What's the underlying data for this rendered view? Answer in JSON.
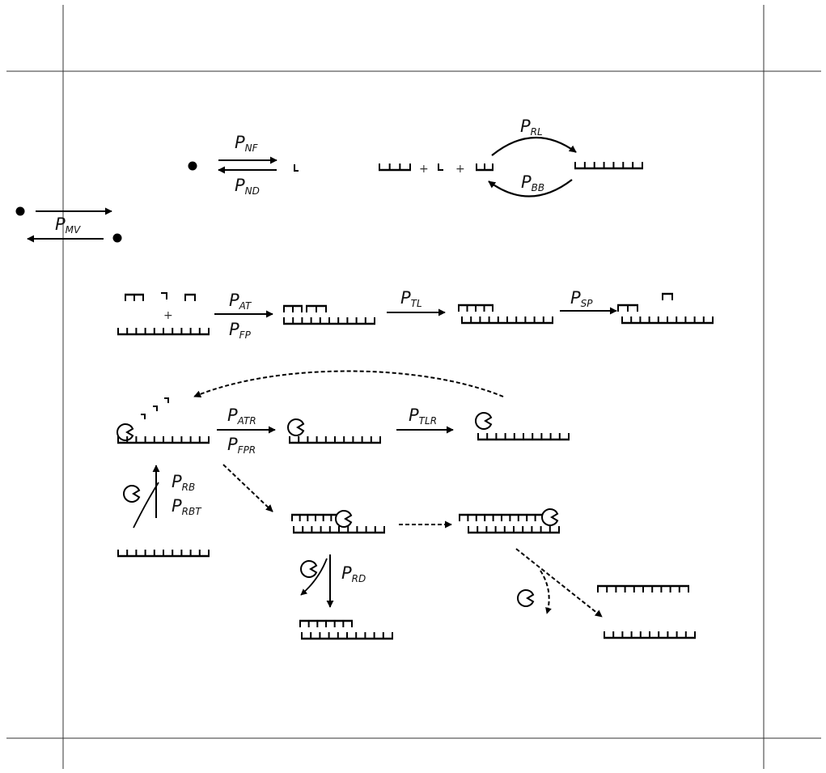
{
  "diagram": {
    "plus_sign": "+",
    "rate_labels": [
      {
        "id": "NF",
        "main": "P",
        "sub": "NF"
      },
      {
        "id": "ND",
        "main": "P",
        "sub": "ND"
      },
      {
        "id": "RL",
        "main": "P",
        "sub": "RL"
      },
      {
        "id": "BB",
        "main": "P",
        "sub": "BB"
      },
      {
        "id": "MV",
        "main": "P",
        "sub": "MV"
      },
      {
        "id": "AT",
        "main": "P",
        "sub": "AT"
      },
      {
        "id": "FP",
        "main": "P",
        "sub": "FP"
      },
      {
        "id": "TL",
        "main": "P",
        "sub": "TL"
      },
      {
        "id": "SP",
        "main": "P",
        "sub": "SP"
      },
      {
        "id": "ATR",
        "main": "P",
        "sub": "ATR"
      },
      {
        "id": "FPR",
        "main": "P",
        "sub": "FPR"
      },
      {
        "id": "TLR",
        "main": "P",
        "sub": "TLR"
      },
      {
        "id": "RB",
        "main": "P",
        "sub": "RB"
      },
      {
        "id": "RBT",
        "main": "P",
        "sub": "RBT"
      },
      {
        "id": "RD",
        "main": "P",
        "sub": "RD"
      }
    ]
  }
}
